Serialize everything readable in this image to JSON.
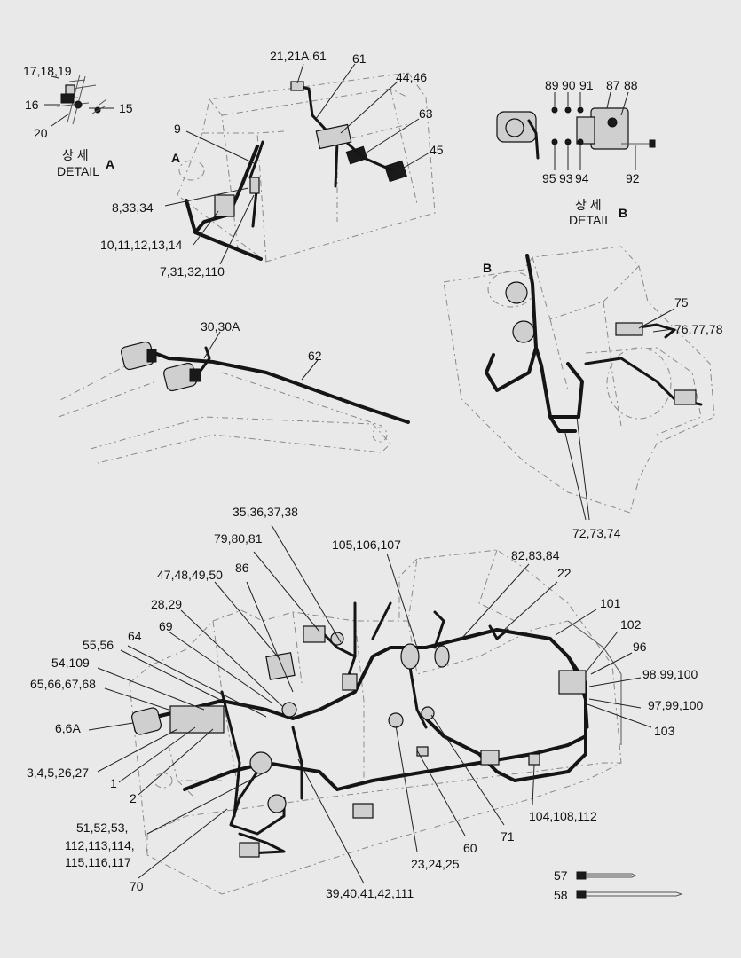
{
  "callouts": {
    "c_17_18_19": "17,18,19",
    "c_16": "16",
    "c_15": "15",
    "c_20": "20",
    "c_21_21a_61": "21,21A,61",
    "c_61": "61",
    "c_44_46": "44,46",
    "c_63": "63",
    "c_45": "45",
    "c_9": "9",
    "c_8_33_34": "8,33,34",
    "c_10_11_12_13_14": "10,11,12,13,14",
    "c_7_31_32_110": "7,31,32,110",
    "c_89": "89",
    "c_90": "90",
    "c_91": "91",
    "c_87": "87",
    "c_88": "88",
    "c_95": "95",
    "c_93": "93",
    "c_94": "94",
    "c_92": "92",
    "c_75": "75",
    "c_76_77_78": "76,77,78",
    "c_30_30a": "30,30A",
    "c_62": "62",
    "c_72_73_74": "72,73,74",
    "c_35_38": "35,36,37,38",
    "c_79_81": "79,80,81",
    "c_105_107": "105,106,107",
    "c_82_84": "82,83,84",
    "c_22": "22",
    "c_47_50": "47,48,49,50",
    "c_86": "86",
    "c_28_29": "28,29",
    "c_69": "69",
    "c_101": "101",
    "c_102": "102",
    "c_55_56": "55,56",
    "c_64": "64",
    "c_96": "96",
    "c_54_109": "54,109",
    "c_98_100": "98,99,100",
    "c_65_68": "65,66,67,68",
    "c_97_100": "97,99,100",
    "c_6_6a": "6,6A",
    "c_103": "103",
    "c_3_4_5_26_27": "3,4,5,26,27",
    "c_1": "1",
    "c_2": "2",
    "c_104_108_112": "104,108,112",
    "c_51_53": "51,52,53,",
    "c_112_114": "112,113,114,",
    "c_115_117": "115,116,117",
    "c_60": "60",
    "c_71": "71",
    "c_23_25": "23,24,25",
    "c_70": "70",
    "c_39_111": "39,40,41,42,111",
    "c_57": "57",
    "c_58": "58"
  },
  "details": {
    "detail_a_korean": "상 세",
    "detail_a_english": "DETAIL",
    "detail_a_letter": "A",
    "detail_b_korean": "상 세",
    "detail_b_english": "DETAIL",
    "detail_b_letter": "B",
    "marker_a": "A",
    "marker_b": "B"
  }
}
